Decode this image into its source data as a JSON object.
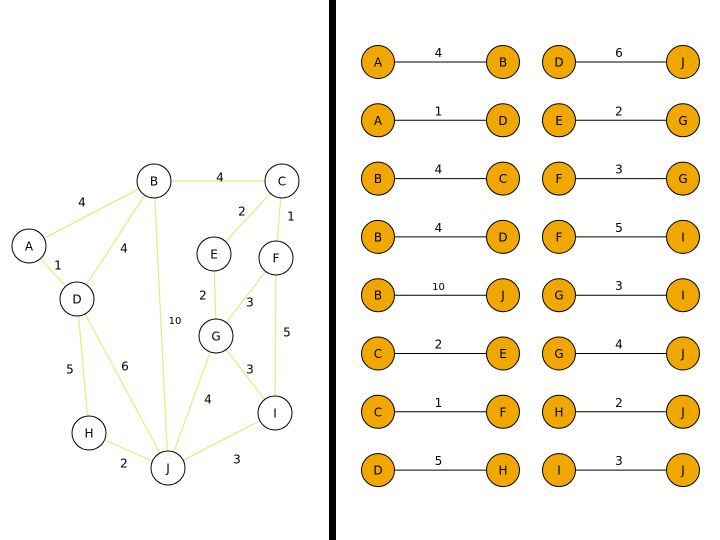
{
  "graph": {
    "nodes": [
      {
        "id": "A",
        "label": "A"
      },
      {
        "id": "B",
        "label": "B"
      },
      {
        "id": "C",
        "label": "C"
      },
      {
        "id": "D",
        "label": "D"
      },
      {
        "id": "E",
        "label": "E"
      },
      {
        "id": "F",
        "label": "F"
      },
      {
        "id": "G",
        "label": "G"
      },
      {
        "id": "H",
        "label": "H"
      },
      {
        "id": "I",
        "label": "I"
      },
      {
        "id": "J",
        "label": "J"
      }
    ],
    "edges": [
      {
        "from": "A",
        "to": "B",
        "weight": "4"
      },
      {
        "from": "A",
        "to": "D",
        "weight": "1"
      },
      {
        "from": "B",
        "to": "C",
        "weight": "4"
      },
      {
        "from": "B",
        "to": "D",
        "weight": "4"
      },
      {
        "from": "B",
        "to": "J",
        "weight": "10"
      },
      {
        "from": "C",
        "to": "E",
        "weight": "2"
      },
      {
        "from": "C",
        "to": "F",
        "weight": "1"
      },
      {
        "from": "D",
        "to": "H",
        "weight": "5"
      },
      {
        "from": "D",
        "to": "J",
        "weight": "6"
      },
      {
        "from": "E",
        "to": "G",
        "weight": "2"
      },
      {
        "from": "F",
        "to": "G",
        "weight": "3"
      },
      {
        "from": "F",
        "to": "I",
        "weight": "5"
      },
      {
        "from": "G",
        "to": "I",
        "weight": "3"
      },
      {
        "from": "G",
        "to": "J",
        "weight": "4"
      },
      {
        "from": "H",
        "to": "J",
        "weight": "2"
      },
      {
        "from": "I",
        "to": "J",
        "weight": "3"
      }
    ]
  },
  "edge_list": [
    {
      "from": "A",
      "to": "B",
      "weight": "4"
    },
    {
      "from": "A",
      "to": "D",
      "weight": "1"
    },
    {
      "from": "B",
      "to": "C",
      "weight": "4"
    },
    {
      "from": "B",
      "to": "D",
      "weight": "4"
    },
    {
      "from": "B",
      "to": "J",
      "weight": "10"
    },
    {
      "from": "C",
      "to": "E",
      "weight": "2"
    },
    {
      "from": "C",
      "to": "F",
      "weight": "1"
    },
    {
      "from": "D",
      "to": "H",
      "weight": "5"
    },
    {
      "from": "D",
      "to": "J",
      "weight": "6"
    },
    {
      "from": "E",
      "to": "G",
      "weight": "2"
    },
    {
      "from": "F",
      "to": "G",
      "weight": "3"
    },
    {
      "from": "F",
      "to": "I",
      "weight": "5"
    },
    {
      "from": "G",
      "to": "I",
      "weight": "3"
    },
    {
      "from": "G",
      "to": "J",
      "weight": "4"
    },
    {
      "from": "H",
      "to": "J",
      "weight": "2"
    },
    {
      "from": "I",
      "to": "J",
      "weight": "3"
    }
  ],
  "colors": {
    "graph_edge": "#f0e68c",
    "graph_node_fill": "#ffffff",
    "graph_node_stroke": "#000000",
    "list_node_fill": "#f0a800",
    "list_node_stroke": "#000000",
    "list_edge": "#000000",
    "divider": "#000000",
    "text": "#000000"
  }
}
